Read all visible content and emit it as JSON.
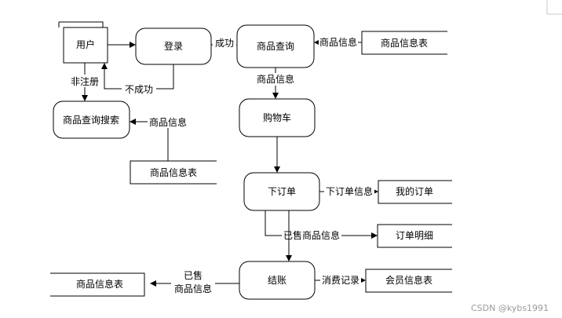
{
  "diagram": {
    "entities": {
      "user": "用户"
    },
    "processes": {
      "login": "登录",
      "product_query": "商品查询",
      "product_search": "商品查询搜索",
      "shopping_cart": "购物车",
      "place_order": "下订单",
      "checkout": "结账"
    },
    "data_stores": {
      "product_table_top": "商品信息表",
      "product_table_left": "商品信息表",
      "my_orders": "我的订单",
      "order_details": "订单明细",
      "member_table": "会员信息表",
      "product_table_bottom": "商品信息表"
    },
    "flows": {
      "unregistered": "非注册",
      "success": "成功",
      "failure": "不成功",
      "product_info_in_query": "商品信息",
      "product_info_to_cart": "商品信息",
      "product_info_in_search": "商品信息",
      "order_info": "下订单信息",
      "sold_product_info": "已售商品信息",
      "consumption_record": "消费记录",
      "sold_line1": "已售",
      "sold_line2": "商品信息"
    }
  },
  "watermark": "CSDN @kybs1991",
  "colors": {
    "stroke": "#000000",
    "watermark": "#9a9a9a",
    "background": "#ffffff"
  }
}
